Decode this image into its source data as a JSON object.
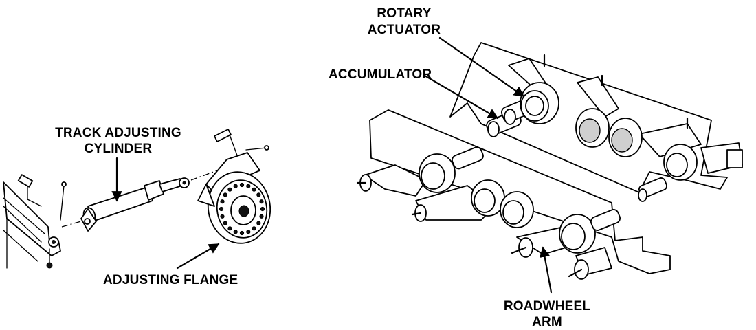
{
  "labels": {
    "track_adjusting_cylinder": [
      "TRACK ADJUSTING",
      "CYLINDER"
    ],
    "adjusting_flange": "ADJUSTING FLANGE",
    "rotary_actuator": [
      "ROTARY",
      "ACTUATOR"
    ],
    "accumulator": "ACCUMULATOR",
    "roadwheel_arm": [
      "ROADWHEEL",
      "ARM"
    ]
  },
  "colors": {
    "ink": "#000000",
    "paper": "#ffffff",
    "shade": "#cfcfcf"
  }
}
